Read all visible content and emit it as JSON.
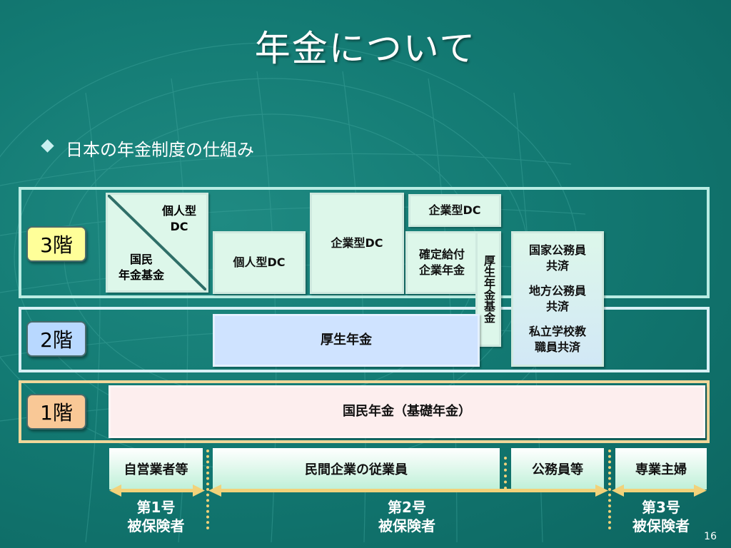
{
  "title": "年金について",
  "bullet": "日本の年金制度の仕組み",
  "colors": {
    "floor3": "#ffff99",
    "floor2": "#b8d8ff",
    "floor1": "#f9c896",
    "dc_green": "#ddf7ea",
    "kosei_blue": "#cfe3ff",
    "kokumin_pink": "#fdeeee",
    "arrow": "#f2d27a"
  },
  "floors": {
    "f3": "3階",
    "f2": "2階",
    "f1": "1階"
  },
  "boxes": {
    "kojin_dc_top": "個人型\nDC",
    "kokumin_kikin": "国民\n年金基金",
    "kojin_dc": "個人型DC",
    "kigyo_dc_mid": "企業型DC",
    "kigyo_dc_top": "企業型DC",
    "kakutei_kyufu": "確定給付\n企業年金",
    "kosei_kikin": "厚生年金基金",
    "kyosai1": "国家公務員\n共済",
    "kyosai2": "地方公務員\n共済",
    "kyosai3": "私立学校教\n職員共済",
    "kosei_nenkin": "厚生年金",
    "kokumin_nenkin": "国民年金（基礎年金）"
  },
  "groups": {
    "g1": "自営業者等",
    "g2": "民間企業の従業員",
    "g3": "公務員等",
    "g4": "専業主婦"
  },
  "insured": {
    "i1": "第1号\n被保険者",
    "i2": "第2号\n被保険者",
    "i3": "第3号\n被保険者"
  },
  "page_number": "16"
}
